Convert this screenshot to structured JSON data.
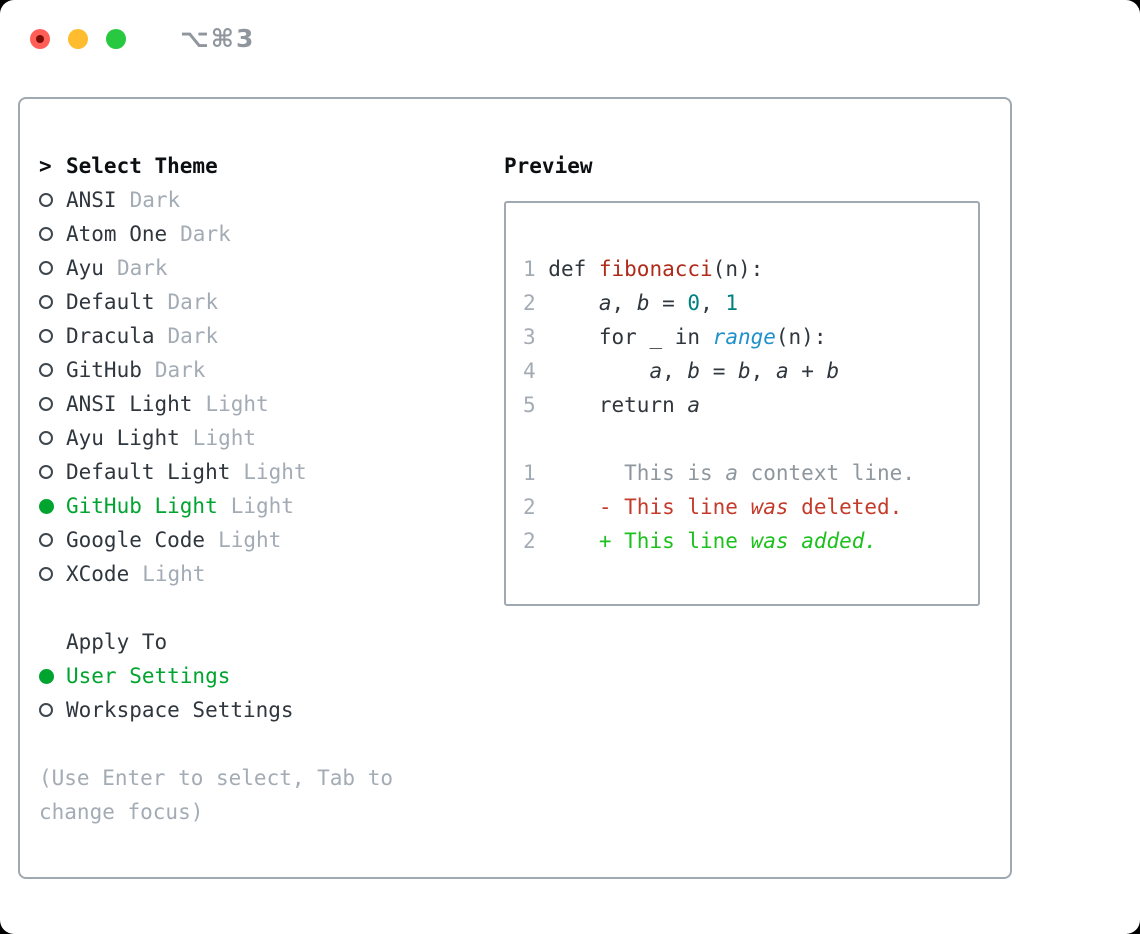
{
  "window": {
    "shortcut_label": "⌥⌘3"
  },
  "colors": {
    "text_dark": "#2f363d",
    "heading_black": "#0c0f12",
    "muted_gray": "#a3abb5",
    "context_gray": "#8e969e",
    "accent_green": "#00a42f",
    "added_green": "#1dc11d",
    "deleted_red": "#c43b2b",
    "function_red": "#b02a1a",
    "number_teal": "#008080",
    "builtin_blue": "#2191cc",
    "border_gray": "#a0a8b2",
    "tl_red": "#ff5f57",
    "tl_yellow": "#febc2e",
    "tl_green": "#28c840"
  },
  "theme_panel": {
    "prompt": ">",
    "title": "Select Theme",
    "themes": [
      {
        "name": "ANSI",
        "variant": "Dark",
        "selected": false
      },
      {
        "name": "Atom One",
        "variant": "Dark",
        "selected": false
      },
      {
        "name": "Ayu",
        "variant": "Dark",
        "selected": false
      },
      {
        "name": "Default",
        "variant": "Dark",
        "selected": false
      },
      {
        "name": "Dracula",
        "variant": "Dark",
        "selected": false
      },
      {
        "name": "GitHub",
        "variant": "Dark",
        "selected": false
      },
      {
        "name": "ANSI Light",
        "variant": "Light",
        "selected": false
      },
      {
        "name": "Ayu Light",
        "variant": "Light",
        "selected": false
      },
      {
        "name": "Default Light",
        "variant": "Light",
        "selected": false
      },
      {
        "name": "GitHub Light",
        "variant": "Light",
        "selected": true
      },
      {
        "name": "Google Code",
        "variant": "Light",
        "selected": false
      },
      {
        "name": "XCode",
        "variant": "Light",
        "selected": false
      }
    ],
    "apply_to": {
      "title": "Apply To",
      "options": [
        {
          "label": "User Settings",
          "selected": true
        },
        {
          "label": "Workspace Settings",
          "selected": false
        }
      ]
    },
    "help_text": "(Use Enter to select, Tab to\nchange focus)"
  },
  "preview": {
    "title": "Preview",
    "lines": [
      {
        "num": "1",
        "cls": "",
        "tokens": [
          {
            "t": "def "
          },
          {
            "t": "fibonacci",
            "c": "function"
          },
          {
            "t": "(n):"
          }
        ]
      },
      {
        "num": "2",
        "cls": "",
        "tokens": [
          {
            "t": "    "
          },
          {
            "t": "a",
            "i": true
          },
          {
            "t": ", "
          },
          {
            "t": "b",
            "i": true
          },
          {
            "t": " = "
          },
          {
            "t": "0",
            "c": "number"
          },
          {
            "t": ", "
          },
          {
            "t": "1",
            "c": "number"
          }
        ]
      },
      {
        "num": "3",
        "cls": "",
        "tokens": [
          {
            "t": "    for _ in "
          },
          {
            "t": "range",
            "c": "builtin",
            "i": true
          },
          {
            "t": "(n):"
          }
        ]
      },
      {
        "num": "4",
        "cls": "",
        "tokens": [
          {
            "t": "        "
          },
          {
            "t": "a",
            "i": true
          },
          {
            "t": ", "
          },
          {
            "t": "b",
            "i": true
          },
          {
            "t": " = "
          },
          {
            "t": "b",
            "i": true
          },
          {
            "t": ", "
          },
          {
            "t": "a",
            "i": true
          },
          {
            "t": " + "
          },
          {
            "t": "b",
            "i": true
          }
        ]
      },
      {
        "num": "5",
        "cls": "",
        "tokens": [
          {
            "t": "    return "
          },
          {
            "t": "a",
            "i": true
          }
        ]
      },
      {
        "num": "",
        "cls": "",
        "tokens": []
      },
      {
        "num": "1",
        "cls": "context",
        "tokens": [
          {
            "t": "      This is "
          },
          {
            "t": "a",
            "i": true
          },
          {
            "t": " context line."
          }
        ]
      },
      {
        "num": "2",
        "cls": "deleted",
        "tokens": [
          {
            "t": "    - This line "
          },
          {
            "t": "was",
            "i": true
          },
          {
            "t": " deleted."
          }
        ]
      },
      {
        "num": "2",
        "cls": "added",
        "tokens": [
          {
            "t": "    + This line "
          },
          {
            "t": "was",
            "i": true
          },
          {
            "t": " "
          },
          {
            "t": "added.",
            "i": true
          }
        ]
      }
    ]
  }
}
